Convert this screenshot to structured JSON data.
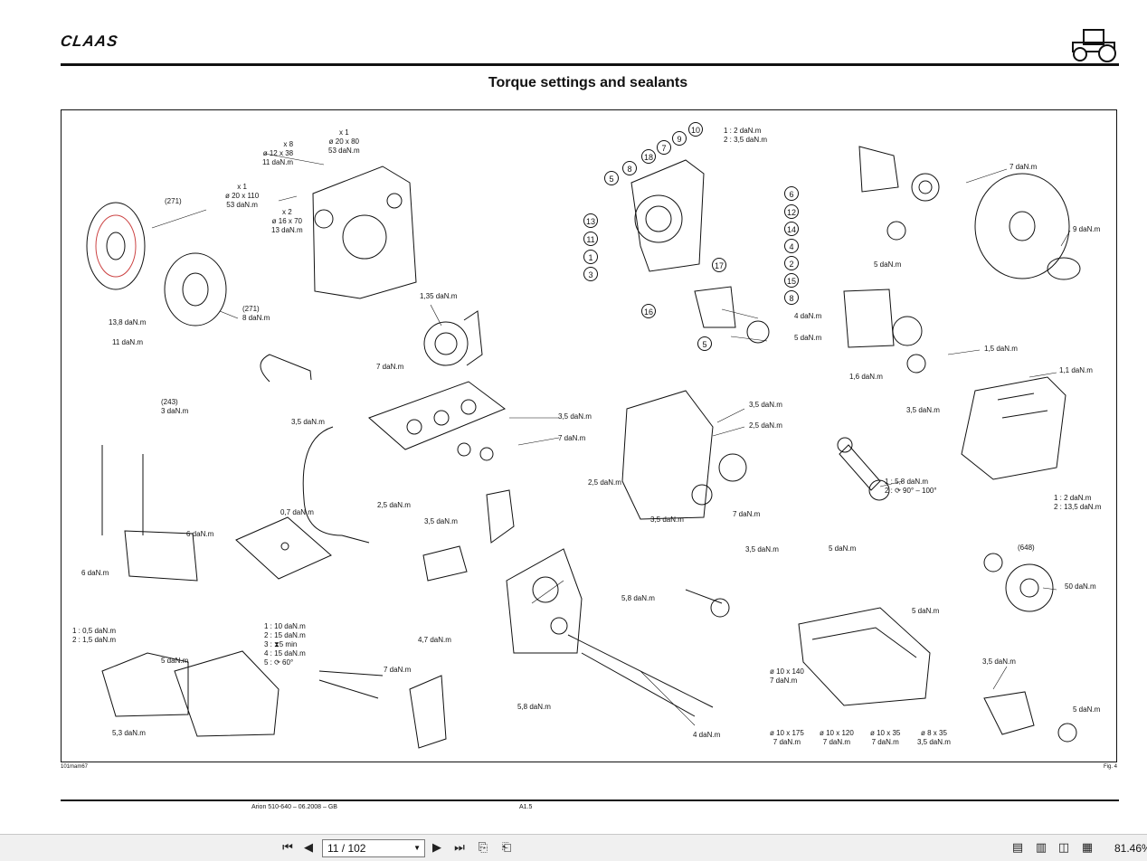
{
  "document": {
    "brand": "CLAAS",
    "title": "Torque settings and sealants",
    "figure_id": "101mam67",
    "figure_no": "Fig. 4",
    "footer_left": "Arion 510-640 – 06.2008 – GB",
    "footer_center": "A1.5"
  },
  "labels": [
    {
      "id": "l1",
      "text": "x 1\nø 20 x 80\n53 daN.m"
    },
    {
      "id": "l2",
      "text": "x 8\nø 12 x 38\n11 daN.m"
    },
    {
      "id": "l3",
      "text": "x 1\nø 20 x 110\n53 daN.m"
    },
    {
      "id": "l4",
      "text": "x 2\nø 16 x 70\n13 daN.m"
    },
    {
      "id": "l5",
      "text": "(271)"
    },
    {
      "id": "l6",
      "text": "(271)\n8 daN.m"
    },
    {
      "id": "l7",
      "text": "13,8 daN.m"
    },
    {
      "id": "l8",
      "text": "11 daN.m"
    },
    {
      "id": "l9",
      "text": "1,35 daN.m"
    },
    {
      "id": "l10",
      "text": "7 daN.m"
    },
    {
      "id": "l11",
      "text": "3,5 daN.m"
    },
    {
      "id": "l12",
      "text": "3,5 daN.m"
    },
    {
      "id": "l13",
      "text": "7 daN.m"
    },
    {
      "id": "l14",
      "text": "(243)\n3 daN.m"
    },
    {
      "id": "l15",
      "text": "6 daN.m"
    },
    {
      "id": "l16",
      "text": "6 daN.m"
    },
    {
      "id": "l17",
      "text": "0,7 daN.m"
    },
    {
      "id": "l18",
      "text": "2,5 daN.m"
    },
    {
      "id": "l19",
      "text": "3,5 daN.m"
    },
    {
      "id": "l20",
      "text": "1 : 2 daN.m\n2 : 3,5 daN.m"
    },
    {
      "id": "l21",
      "text": "4 daN.m"
    },
    {
      "id": "l22",
      "text": "5 daN.m"
    },
    {
      "id": "l23",
      "text": "3,5 daN.m"
    },
    {
      "id": "l24",
      "text": "2,5 daN.m"
    },
    {
      "id": "l25",
      "text": "2,5 daN.m"
    },
    {
      "id": "l26",
      "text": "3,5 daN.m"
    },
    {
      "id": "l27",
      "text": "7 daN.m"
    },
    {
      "id": "l28",
      "text": "7 daN.m"
    },
    {
      "id": "l29",
      "text": "9 daN.m"
    },
    {
      "id": "l30",
      "text": "5 daN.m"
    },
    {
      "id": "l31",
      "text": "1,5 daN.m"
    },
    {
      "id": "l32",
      "text": "1,6 daN.m"
    },
    {
      "id": "l33",
      "text": "3,5 daN.m"
    },
    {
      "id": "l34",
      "text": "1,1 daN.m"
    },
    {
      "id": "l35",
      "text": "1 : 5,8 daN.m\n2 : ⟳ 90° – 100°"
    },
    {
      "id": "l36",
      "text": "1 : 2 daN.m\n2 : 13,5 daN.m"
    },
    {
      "id": "l37",
      "text": "1 : 0,5 daN.m\n2 : 1,5 daN.m"
    },
    {
      "id": "l38",
      "text": "5 daN.m"
    },
    {
      "id": "l39",
      "text": "5,3 daN.m"
    },
    {
      "id": "l40",
      "text": "1 : 10 daN.m\n2 : 15 daN.m\n3 : ⧗5 min\n4 : 15 daN.m\n5 : ⟳ 60°"
    },
    {
      "id": "l41",
      "text": "4,7 daN.m"
    },
    {
      "id": "l42",
      "text": "7 daN.m"
    },
    {
      "id": "l43",
      "text": "5,8 daN.m"
    },
    {
      "id": "l44",
      "text": "5,8 daN.m"
    },
    {
      "id": "l45",
      "text": "4 daN.m"
    },
    {
      "id": "l46",
      "text": "3,5 daN.m"
    },
    {
      "id": "l47",
      "text": "5 daN.m"
    },
    {
      "id": "l48",
      "text": "5 daN.m"
    },
    {
      "id": "l49",
      "text": "ø 10 x 140\n7 daN.m"
    },
    {
      "id": "l50",
      "text": "ø 10 x 175\n7 daN.m"
    },
    {
      "id": "l51",
      "text": "ø 10 x 120\n7 daN.m"
    },
    {
      "id": "l52",
      "text": "ø 10 x 35\n7 daN.m"
    },
    {
      "id": "l53",
      "text": "ø 8 x 35\n3,5 daN.m"
    },
    {
      "id": "l54",
      "text": "(648)"
    },
    {
      "id": "l55",
      "text": "50 daN.m"
    },
    {
      "id": "l56",
      "text": "3,5 daN.m"
    },
    {
      "id": "l57",
      "text": "5 daN.m"
    }
  ],
  "callouts": [
    "10",
    "9",
    "7",
    "18",
    "8",
    "5",
    "13",
    "11",
    "1",
    "3",
    "16",
    "6",
    "12",
    "14",
    "4",
    "2",
    "15",
    "17",
    "8",
    "5"
  ],
  "viewer": {
    "page_indicator": "11 / 102",
    "zoom": "81.46%",
    "first_icon": "first-page-icon",
    "prev_icon": "previous-page-icon",
    "next_icon": "next-page-icon",
    "last_icon": "last-page-icon"
  }
}
